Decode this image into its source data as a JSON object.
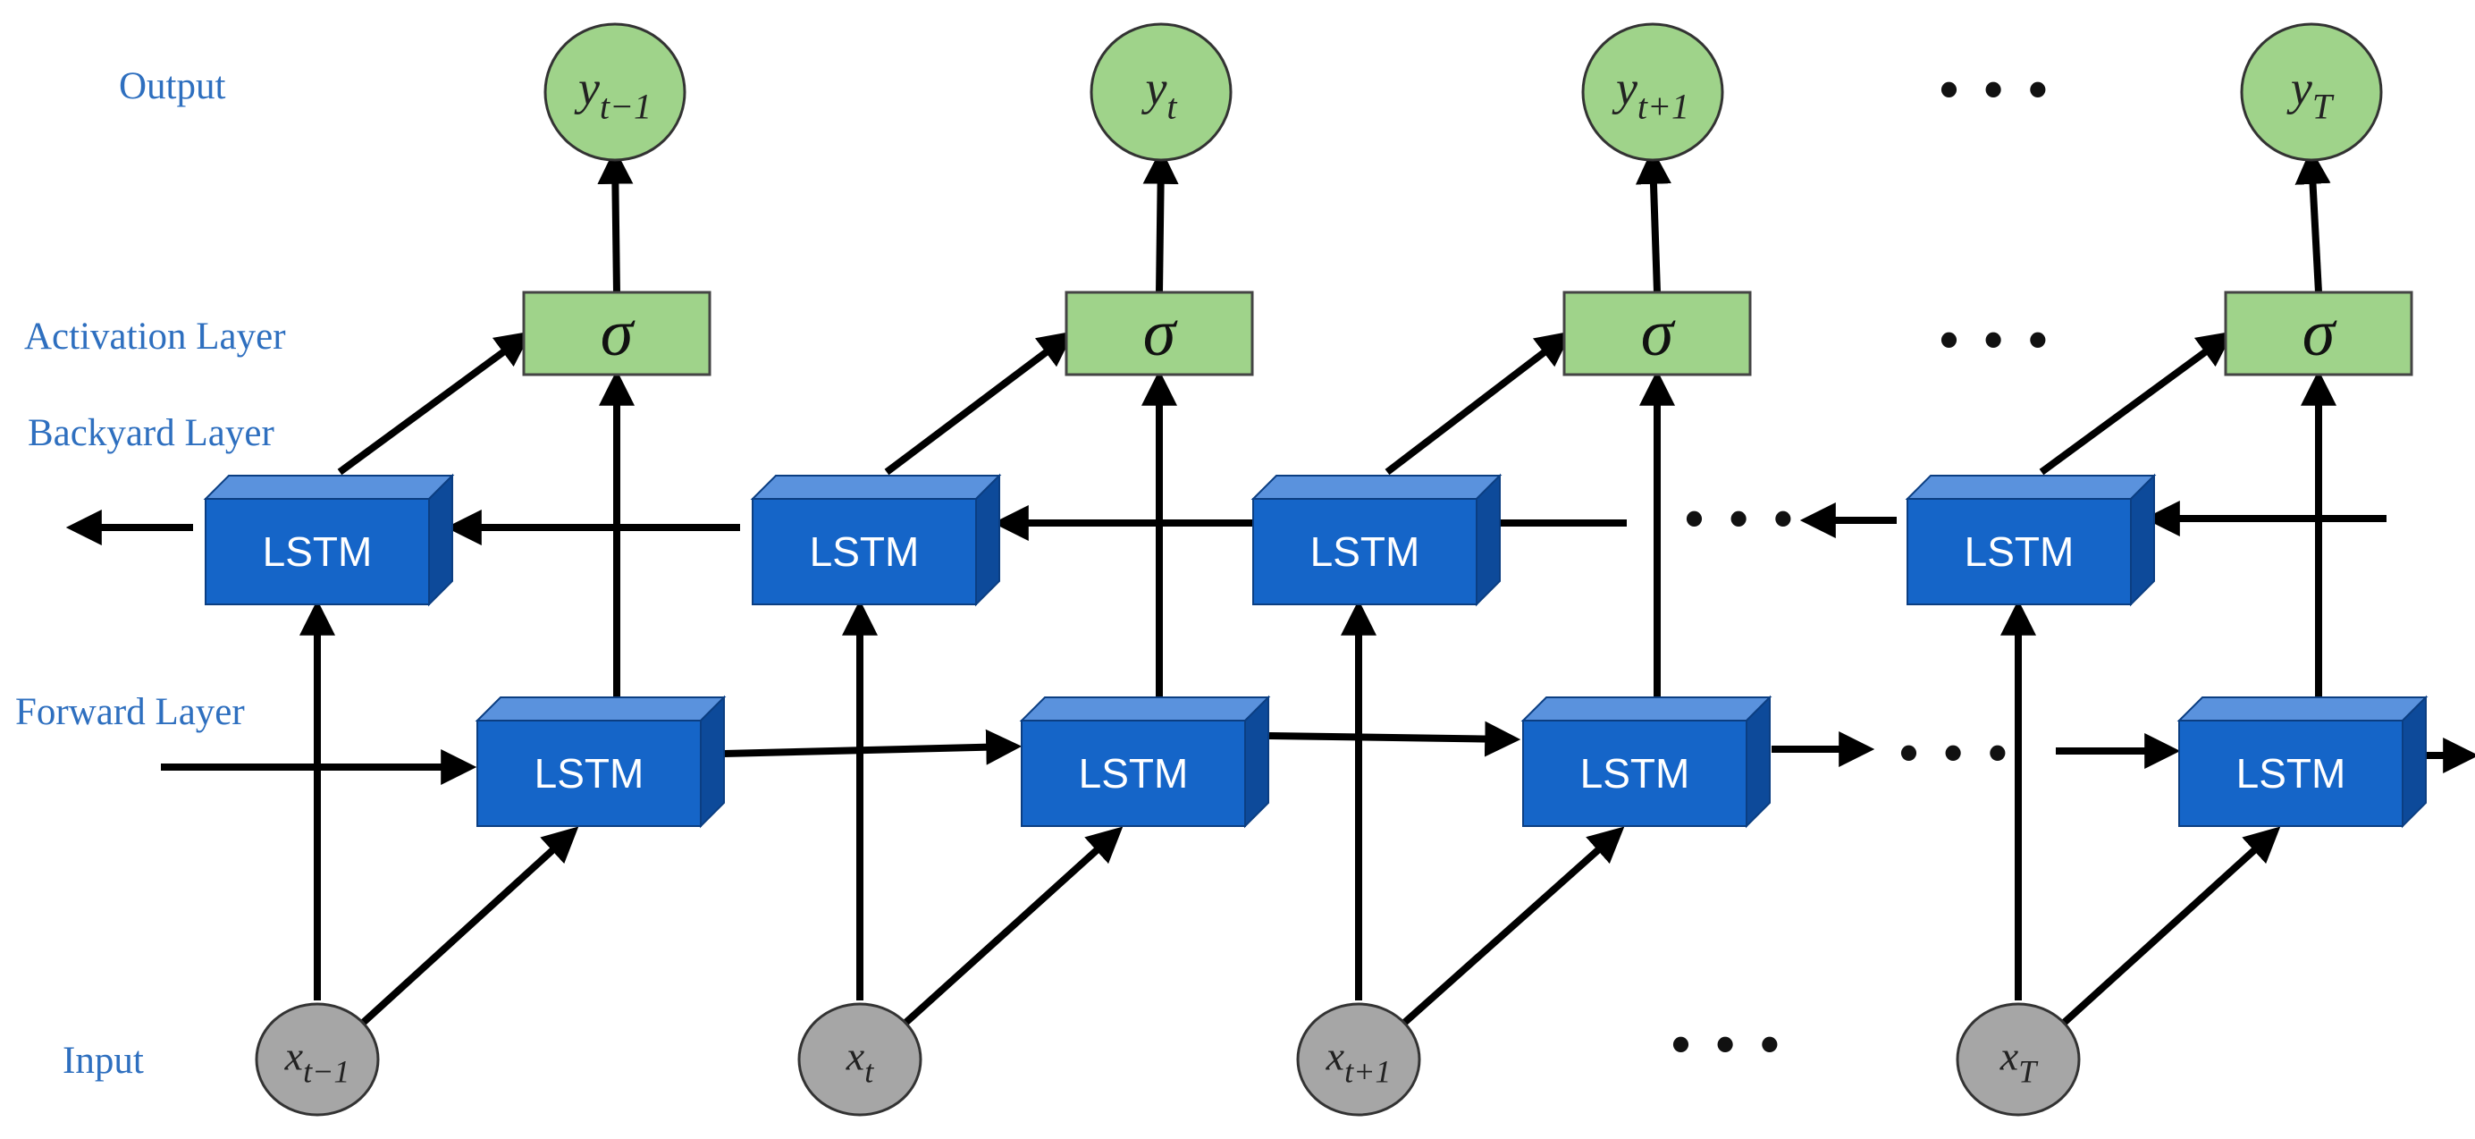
{
  "layers": {
    "output": "Output",
    "activation": "Activation Layer",
    "backward": "Backyard Layer",
    "forward": "Forward Layer",
    "input": "Input"
  },
  "lstm_label": "LSTM",
  "sigma_symbol": "σ",
  "ellipsis": "• • •",
  "outputs": [
    {
      "base": "y",
      "sub": "t−1"
    },
    {
      "base": "y",
      "sub": "t"
    },
    {
      "base": "y",
      "sub": "t+1"
    },
    {
      "base": "y",
      "sub": "T"
    }
  ],
  "inputs": [
    {
      "base": "x",
      "sub": "t−1"
    },
    {
      "base": "x",
      "sub": "t"
    },
    {
      "base": "x",
      "sub": "t+1"
    },
    {
      "base": "x",
      "sub": "T"
    }
  ],
  "colors": {
    "lstm_front": "#1565C8",
    "lstm_top": "#5A92DD",
    "lstm_side": "#0D4A9A",
    "lstm_border": "#0B3E82",
    "output_node": "#9FD38A",
    "activation_box": "#9FD38A",
    "input_node": "#A6A6A6",
    "label_text": "#2E6FBF"
  }
}
